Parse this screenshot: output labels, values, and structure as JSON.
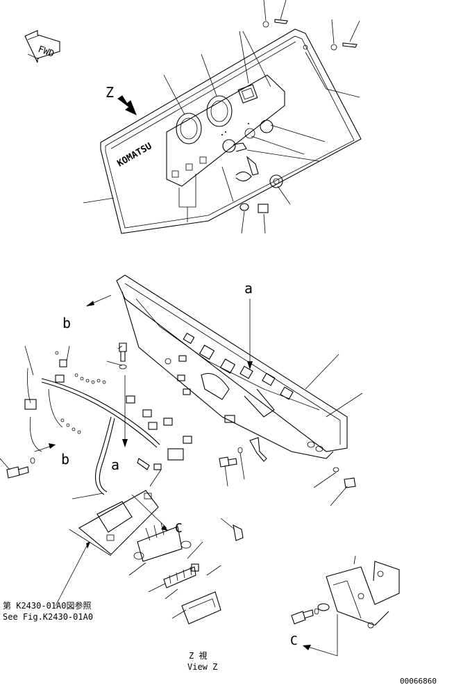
{
  "labels": {
    "fwd": "FWD",
    "z": "Z",
    "a_top": "a",
    "a_left": "a",
    "b_top": "b",
    "b_left": "b",
    "c_mid": "C",
    "c_bottom": "C",
    "ref_jp": "第 K2430-01A0図参照",
    "ref_en": "See Fig.K2430-01A0",
    "view_jp": "Z 視",
    "view_en": "View Z",
    "drawing_number": "00066860",
    "brand": "KOMATSU"
  }
}
